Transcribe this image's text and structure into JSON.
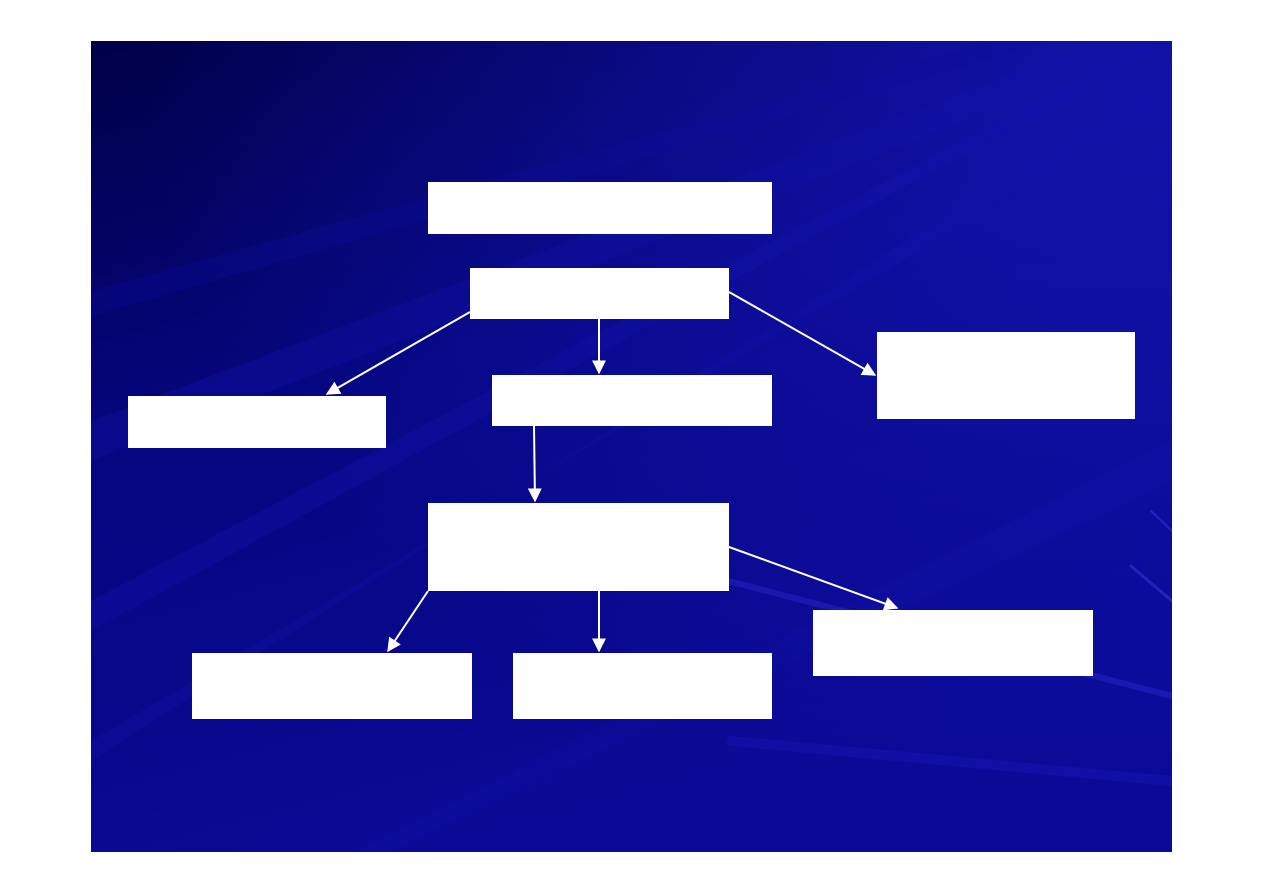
{
  "diagram": {
    "background": {
      "base_color": "#0a0a8c",
      "dark_color": "#000050",
      "streak_color": "#1c1cc8"
    },
    "box_color": "#ffffff",
    "connector_color": "#ffffff",
    "nodes": {
      "top": "",
      "second": "",
      "left": "",
      "center": "",
      "right": "",
      "mid": "",
      "bottom_left": "",
      "bottom_center": "",
      "bottom_right": ""
    },
    "edges": [
      {
        "from": "second",
        "to": "left"
      },
      {
        "from": "second",
        "to": "center"
      },
      {
        "from": "second",
        "to": "right"
      },
      {
        "from": "center",
        "to": "mid"
      },
      {
        "from": "mid",
        "to": "bottom_left"
      },
      {
        "from": "mid",
        "to": "bottom_center"
      },
      {
        "from": "mid",
        "to": "bottom_right"
      }
    ]
  }
}
